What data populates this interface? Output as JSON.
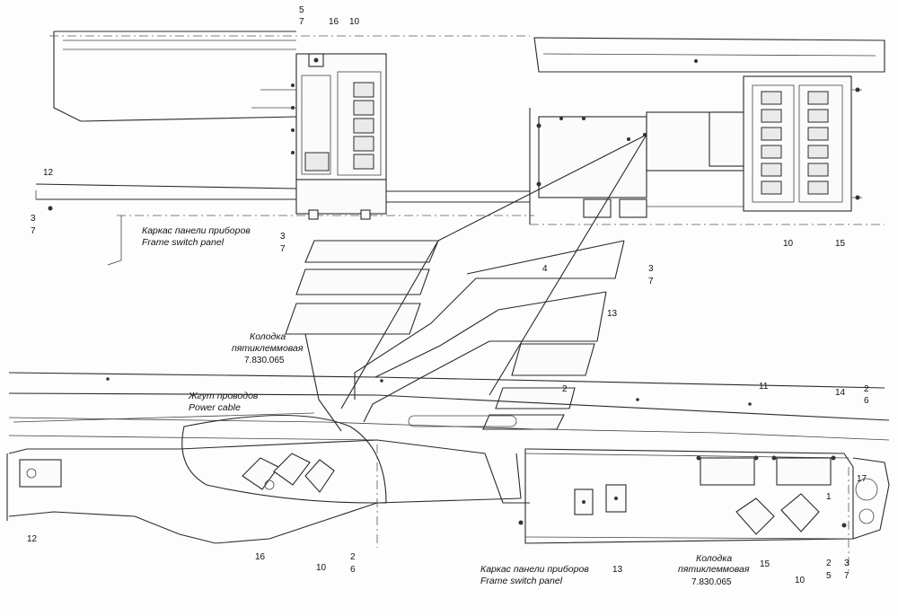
{
  "labels": {
    "frame_panel_ru": "Каркас панели приборов",
    "frame_panel_en": "Frame switch panel",
    "block_ru_line1": "Колодка",
    "block_ru_line2": "пятиклеммовая",
    "block_code": "7.830.065",
    "harness_ru": "Жгут проводов",
    "harness_en": "Power cable",
    "block_bottom_ru_line1": "Колодка",
    "block_bottom_ru_line2": "пятиклеммовая",
    "block_bottom_code": "7.830.065"
  },
  "callouts": {
    "n5": "5",
    "n7a": "7",
    "n16a": "16",
    "n10a": "10",
    "n12a": "12",
    "n3a": "3",
    "n7b": "7",
    "n3b": "3",
    "n7c": "7",
    "n10b": "10",
    "n15a": "15",
    "n4a": "4",
    "n3c": "3",
    "n7d": "7",
    "n13a": "13",
    "n11": "11",
    "n14": "14",
    "n2a": "2",
    "n6a": "6",
    "n2b": "2",
    "n12b": "12",
    "n16b": "16",
    "n10c": "10",
    "n2c": "2",
    "n6b": "6",
    "n13b": "13",
    "n15b": "15",
    "n10d": "10",
    "n2d": "2",
    "n5b": "5",
    "n3d": "3",
    "n7e": "7",
    "n1": "1",
    "n17": "17"
  }
}
